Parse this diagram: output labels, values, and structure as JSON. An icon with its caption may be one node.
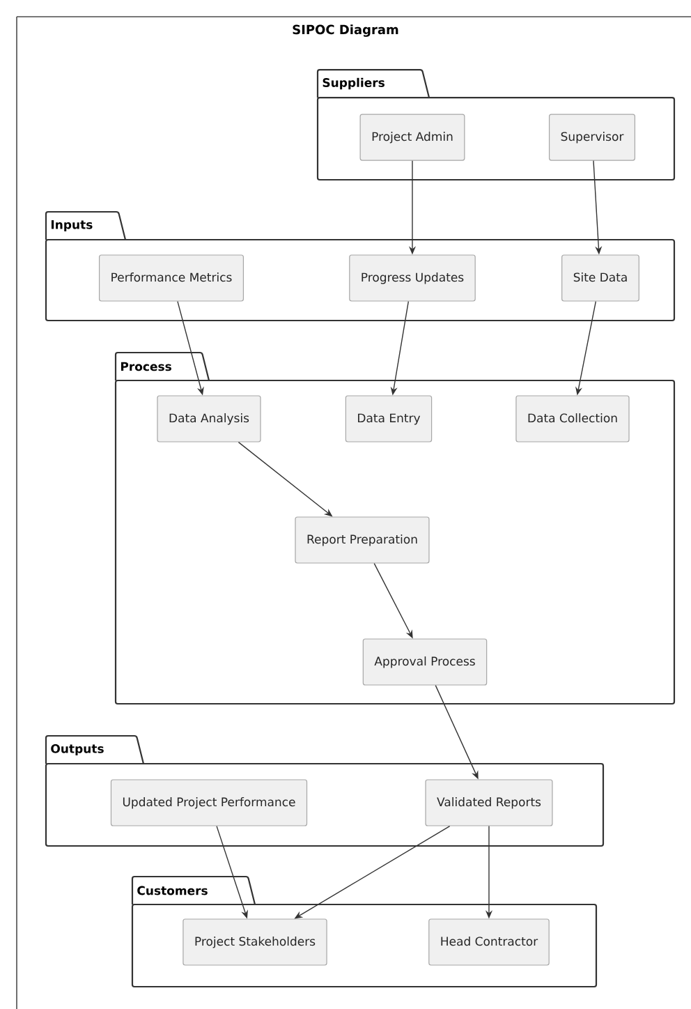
{
  "diagram": {
    "title": "SIPOC Diagram",
    "nodes": [
      {
        "text": [
          "Suppliers"
        ]
      },
      {
        "text": [
          "Project Admin"
        ],
        "in": 0
      },
      {
        "text": [
          "Supervisor"
        ],
        "in": 0
      },
      {
        "text": [
          "Inputs"
        ]
      },
      {
        "text": [
          "Performance Metrics"
        ],
        "in": 3
      },
      {
        "text": [
          "Progress Updates"
        ],
        "in": 3
      },
      {
        "text": [
          "Site Data"
        ],
        "in": 3
      },
      {
        "text": [
          "Process"
        ]
      },
      {
        "text": [
          "Data Analysis"
        ],
        "in": 7
      },
      {
        "text": [
          "Data Entry"
        ],
        "in": 7
      },
      {
        "text": [
          "Data Collection"
        ],
        "in": 7
      },
      {
        "text": [
          "Report Preparation"
        ],
        "in": 7
      },
      {
        "text": [
          "Approval Process"
        ],
        "in": 7
      },
      {
        "text": [
          "Outputs"
        ]
      },
      {
        "text": [
          "Updated Project Performance"
        ],
        "in": 13
      },
      {
        "text": [
          "Validated Reports"
        ],
        "in": 13
      },
      {
        "text": [
          "Customers"
        ]
      },
      {
        "text": [
          "Project Stakeholders"
        ],
        "in": 16
      },
      {
        "text": [
          "Head Contractor"
        ],
        "in": 16
      }
    ],
    "edges": [
      {
        "from": 1,
        "to": 5,
        "arrow": "to"
      },
      {
        "from": 2,
        "to": 6,
        "arrow": "to"
      },
      {
        "from": 4,
        "to": 8,
        "arrow": "to"
      },
      {
        "from": 5,
        "to": 9,
        "arrow": "to"
      },
      {
        "from": 6,
        "to": 10,
        "arrow": "to"
      },
      {
        "from": 8,
        "to": 11,
        "arrow": "to"
      },
      {
        "from": 11,
        "to": 12,
        "arrow": "to"
      },
      {
        "from": 12,
        "to": 15,
        "arrow": "to"
      },
      {
        "from": 14,
        "to": 17,
        "arrow": "to"
      },
      {
        "from": 15,
        "to": 17,
        "arrow": "to"
      },
      {
        "from": 15,
        "to": 18,
        "arrow": "to"
      }
    ]
  }
}
